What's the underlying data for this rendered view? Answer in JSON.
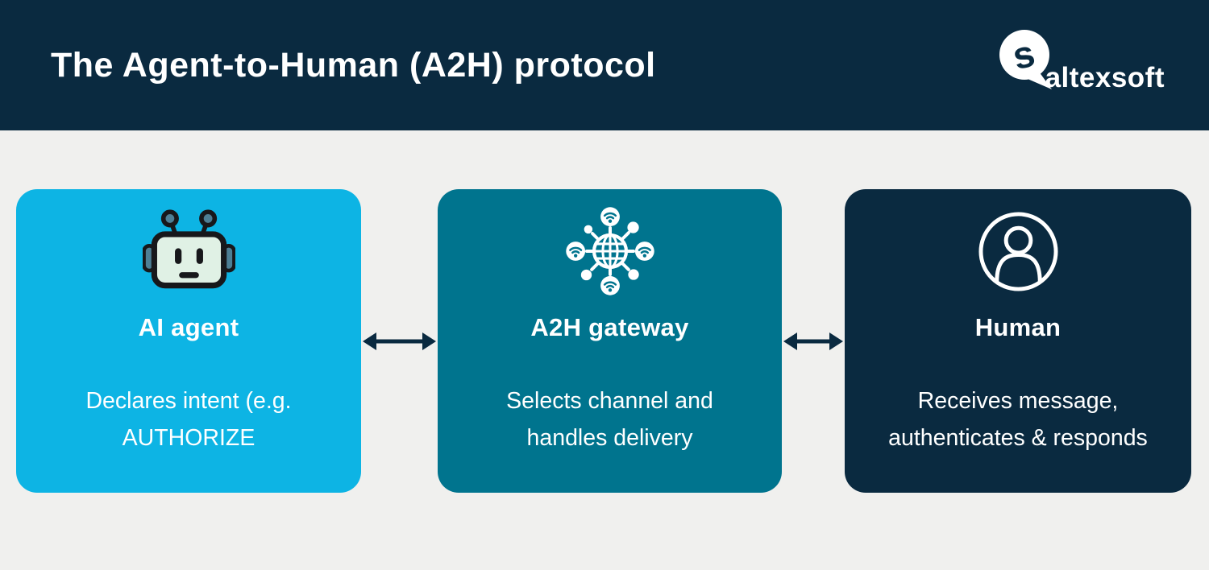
{
  "header": {
    "title": "The Agent-to-Human (A2H) protocol",
    "brand": "altexsoft",
    "logo_letter": "s"
  },
  "cards": [
    {
      "id": "ai-agent",
      "icon": "robot-icon",
      "title": "AI agent",
      "body_lines": [
        "Declares intent (e.g.",
        "AUTHORIZE"
      ]
    },
    {
      "id": "a2h-gateway",
      "icon": "network-gateway-icon",
      "title": "A2H gateway",
      "body_lines": [
        "Selects channel and",
        "handles delivery"
      ]
    },
    {
      "id": "human",
      "icon": "person-icon",
      "title": "Human",
      "body_lines": [
        "Receives message,",
        "authenticates & responds"
      ]
    }
  ],
  "connectors": [
    {
      "between": [
        "ai-agent",
        "a2h-gateway"
      ],
      "type": "double-arrow"
    },
    {
      "between": [
        "a2h-gateway",
        "human"
      ],
      "type": "double-arrow"
    }
  ],
  "colors": {
    "navy": "#0a2a40",
    "cyan": "#0db4e4",
    "teal": "#00748e",
    "page_bg": "#f0f0ee",
    "white": "#ffffff",
    "robot_face": "#e0f1e5",
    "robot_slate": "#4d7f95",
    "robot_outline": "#17181b"
  }
}
